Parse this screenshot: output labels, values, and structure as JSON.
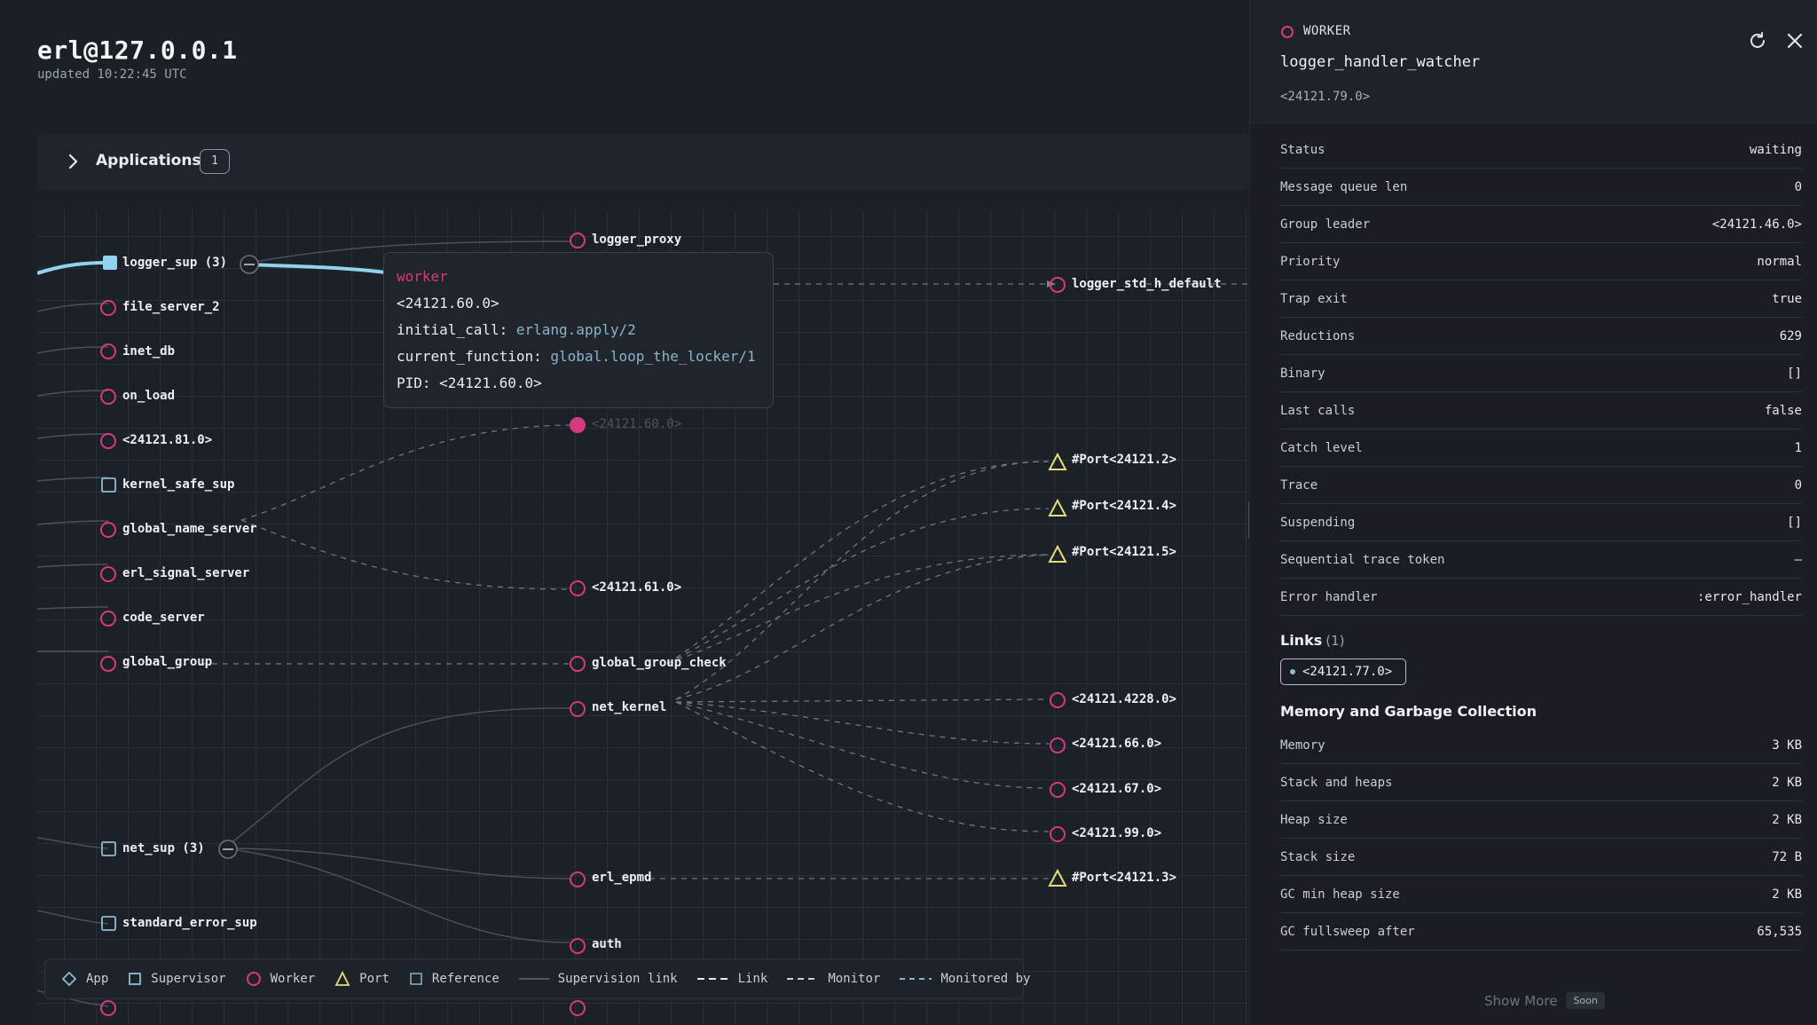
{
  "header": {
    "title": "erl@127.0.0.1",
    "updated": "updated 10:22:45 UTC"
  },
  "applications": {
    "label": "Applications",
    "count": "1"
  },
  "graph": {
    "nodes": {
      "logger_sup": "logger_sup (3)",
      "file_server_2": "file_server_2",
      "inet_db": "inet_db",
      "on_load": "on_load",
      "pid_81": "<24121.81.0>",
      "kernel_safe_sup": "kernel_safe_sup",
      "global_name_server": "global_name_server",
      "erl_signal_server": "erl_signal_server",
      "code_server": "code_server",
      "global_group": "global_group",
      "net_sup": "net_sup (3)",
      "standard_error_sup": "standard_error_sup",
      "logger_proxy": "logger_proxy",
      "pid_60": "<24121.60.0>",
      "pid_61": "<24121.61.0>",
      "global_group_check": "global_group_check",
      "net_kernel": "net_kernel",
      "erl_epmd": "erl_epmd",
      "auth": "auth",
      "logger_std_h_default": "logger_std_h_default",
      "port_2": "#Port<24121.2>",
      "port_4": "#Port<24121.4>",
      "port_5": "#Port<24121.5>",
      "pid_4228": "<24121.4228.0>",
      "pid_66": "<24121.66.0>",
      "pid_67": "<24121.67.0>",
      "pid_99": "<24121.99.0>",
      "port_3": "#Port<24121.3>"
    }
  },
  "tooltip": {
    "type": "worker",
    "pid": "<24121.60.0>",
    "initial_call_label": "initial_call:",
    "initial_call": "erlang.apply/2",
    "current_function_label": "current_function:",
    "current_function": "global.loop_the_locker/1",
    "pid_label": "PID:",
    "pid_value": "<24121.60.0>"
  },
  "legend": {
    "app": "App",
    "supervisor": "Supervisor",
    "worker": "Worker",
    "port": "Port",
    "reference": "Reference",
    "supervision_link": "Supervision link",
    "link": "Link",
    "monitor": "Monitor",
    "monitored_by": "Monitored by"
  },
  "panel": {
    "kind": "WORKER",
    "name": "logger_handler_watcher",
    "pid": "<24121.79.0>",
    "rows": [
      {
        "label": "Status",
        "value": "waiting"
      },
      {
        "label": "Message queue len",
        "value": "0"
      },
      {
        "label": "Group leader",
        "value": "<24121.46.0>"
      },
      {
        "label": "Priority",
        "value": "normal"
      },
      {
        "label": "Trap exit",
        "value": "true"
      },
      {
        "label": "Reductions",
        "value": "629"
      },
      {
        "label": "Binary",
        "value": "[]"
      },
      {
        "label": "Last calls",
        "value": "false"
      },
      {
        "label": "Catch level",
        "value": "1"
      },
      {
        "label": "Trace",
        "value": "0"
      },
      {
        "label": "Suspending",
        "value": "[]"
      },
      {
        "label": "Sequential trace token",
        "value": "—"
      },
      {
        "label": "Error handler",
        "value": ":error_handler"
      }
    ],
    "links_title": "Links",
    "links_count": "(1)",
    "links": [
      "<24121.77.0>"
    ],
    "memory_title": "Memory and Garbage Collection",
    "memory_rows": [
      {
        "label": "Memory",
        "value": "3 KB"
      },
      {
        "label": "Stack and heaps",
        "value": "2 KB"
      },
      {
        "label": "Heap size",
        "value": "2 KB"
      },
      {
        "label": "Stack size",
        "value": "72 B"
      },
      {
        "label": "GC min heap size",
        "value": "2 KB"
      },
      {
        "label": "GC fullsweep after",
        "value": "65,535"
      }
    ],
    "show_more": "Show More",
    "soon": "Soon"
  },
  "colors": {
    "worker": "#d6397d",
    "supervisor": "#8fbcd4",
    "port": "#e6dc7a",
    "accent": "#8fd3ee"
  }
}
